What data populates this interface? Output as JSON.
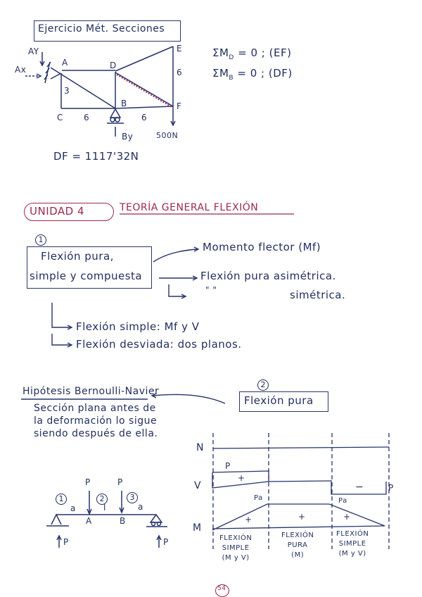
{
  "page": {
    "page_number": "54",
    "colors": {
      "ink_blue": "#1f2d5c",
      "ink_red": "#9b2a4a"
    }
  },
  "exercise": {
    "title": "Ejercicio Mét. Secciones",
    "labels": {
      "ay": "AY",
      "ax": "Ax",
      "a": "A",
      "b": "B",
      "c": "C",
      "d": "D",
      "e": "E",
      "f": "F",
      "by": "By",
      "dim_3": "3",
      "dim_6_left": "6",
      "dim_6_right": "6",
      "dim_6_vertical": "6",
      "load": "500N"
    },
    "equations": [
      "ΣM_D = 0 ; (EF)",
      "ΣM_B = 0 ; (DF)"
    ],
    "eq1": {
      "sigma": "ΣM",
      "sub": "D",
      "rest": "= 0 ; (EF)"
    },
    "eq2": {
      "sigma": "ΣM",
      "sub": "B",
      "rest": "= 0 ; (DF)"
    },
    "result": "DF = 1117'32N"
  },
  "unit": {
    "badge": "UNIDAD 4",
    "title": "TEORÍA GENERAL FLEXIÓN"
  },
  "section1": {
    "number": "1",
    "box_line1": "Flexión pura,",
    "box_line2": "simple y compuesta",
    "arrow1": "Momento flector (Mf)",
    "arrow2": "Flexión pura asimétrica.",
    "arrow3_ditto": "\"         \"",
    "arrow3": "simétrica.",
    "sub1": "Flexión simple: Mf y V",
    "sub2": "Flexión desviada: dos planos."
  },
  "hypothesis": {
    "title": "Hipótesis Bernoulli-Navier",
    "line1": "Sección plana antes de",
    "line2": "la deformación lo sigue",
    "line3": "siendo después de ella."
  },
  "section2": {
    "number": "2",
    "box": "Flexión pura"
  },
  "beam": {
    "load_left": "P",
    "load_right": "P",
    "zone1": "1",
    "zone2": "2",
    "zone3": "3",
    "span_a_left": "a",
    "span_l": "l",
    "span_a_right": "a",
    "point_a": "A",
    "point_b": "B",
    "reaction_left": "P",
    "reaction_right": "P"
  },
  "diagrams": {
    "n_label": "N",
    "v_label": "V",
    "m_label": "M",
    "v_left_value": "P",
    "v_left_sign": "+",
    "v_right_value": "P",
    "v_right_sign": "−",
    "m_left_value": "Pa",
    "m_right_value": "Pa",
    "m_sign_1": "+",
    "m_sign_2": "+",
    "m_sign_3": "+",
    "zones": [
      {
        "l1": "FLEXIÓN",
        "l2": "SIMPLE",
        "l3": "(M y V)"
      },
      {
        "l1": "FLEXIÓN",
        "l2": "PURA",
        "l3": "(M)"
      },
      {
        "l1": "FLEXIÓN",
        "l2": "SIMPLE",
        "l3": "(M y V)"
      }
    ]
  }
}
